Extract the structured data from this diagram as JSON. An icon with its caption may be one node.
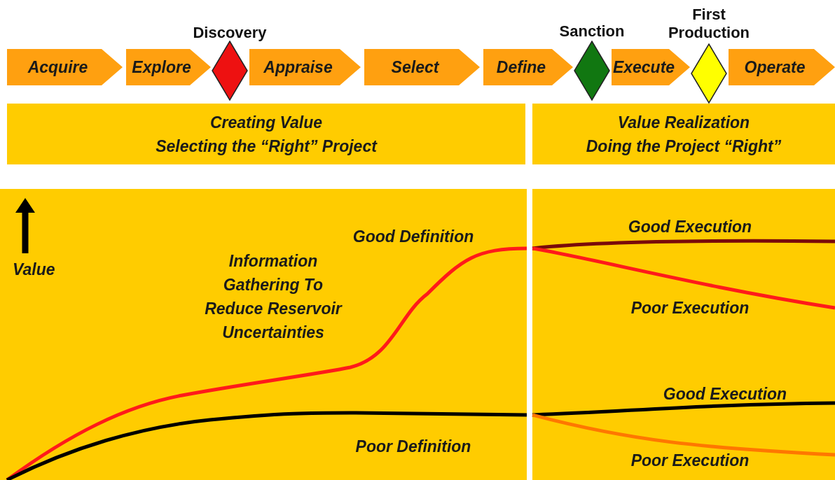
{
  "diagram": {
    "nodes": [
      {
        "text": [
          "Acquire"
        ]
      },
      {
        "text": [
          "Explore"
        ]
      },
      {
        "text": [
          "Discovery"
        ]
      },
      {
        "text": [
          "Appraise"
        ]
      },
      {
        "text": [
          "Select"
        ]
      },
      {
        "text": [
          "Define"
        ]
      },
      {
        "text": [
          "Sanction"
        ]
      },
      {
        "text": [
          "Execute"
        ]
      },
      {
        "text": [
          "First Production"
        ]
      },
      {
        "text": [
          "Operate"
        ]
      },
      {
        "text": [
          "Creating Value",
          "Selecting the “Right” Project"
        ]
      },
      {
        "text": [
          "Value Realization",
          "Doing the Project “Right”"
        ]
      }
    ],
    "edges": [],
    "labels": [
      "Value",
      "Good Definition",
      "Information Gathering To Reduce Reservoir Uncertainties",
      "Poor Definition",
      "Good Execution",
      "Poor Execution",
      "Good Execution",
      "Poor Execution"
    ]
  }
}
